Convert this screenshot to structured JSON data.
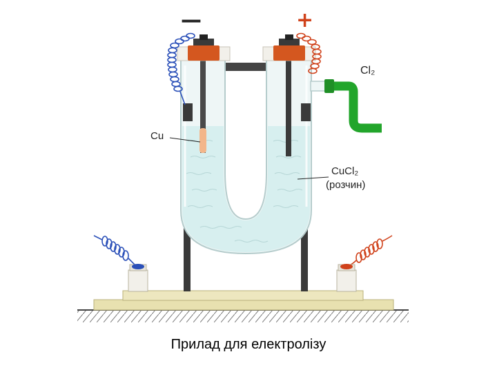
{
  "labels": {
    "minus": "—",
    "plus": "+",
    "cl2": "Cl₂",
    "cu": "Cu",
    "cucl2": "CuCl₂",
    "solution": "(розчин)"
  },
  "caption": "Прилад для електролізу",
  "colors": {
    "electrolyte": "#d7efef",
    "glass": "#c9dcdc",
    "stopper": "#d4571f",
    "negative_wire": "#2a4fb8",
    "positive_wire": "#d0421b",
    "gas_tube": "#22a52b",
    "base_board": "#e8e1b0",
    "stand": "#3a3a3a",
    "copper_deposit": "#f3b68a"
  },
  "icons": [
    "negative-terminal-icon",
    "positive-terminal-icon",
    "coil-wire-icon"
  ]
}
